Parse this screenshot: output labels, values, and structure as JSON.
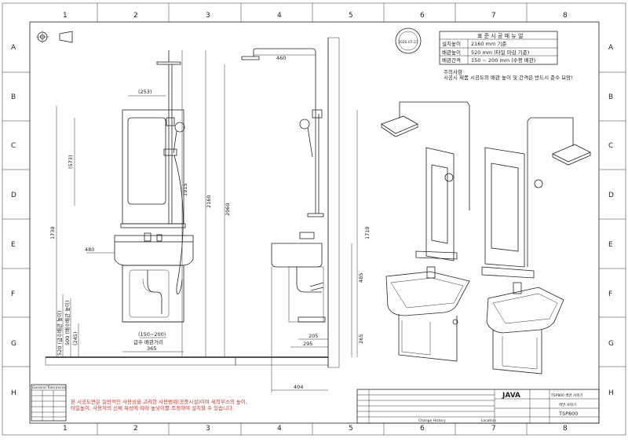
{
  "columns": [
    "1",
    "2",
    "3",
    "4",
    "5",
    "6",
    "7",
    "8"
  ],
  "rows": [
    "A",
    "B",
    "C",
    "D",
    "E",
    "F",
    "G",
    "H"
  ],
  "spec_table": {
    "title": "표 준 시 공 매 뉴 얼",
    "rows": [
      {
        "label": "설치높이",
        "value": "2160 mm 기준"
      },
      {
        "label": "배관높이",
        "value": "520 mm (타일 마감 기준)"
      },
      {
        "label": "배관간격",
        "value": "150 ~ 200 mm (수평 배관)"
      }
    ]
  },
  "notice": {
    "title": "주의사항",
    "text": "시공시 제품 시공도의 배관 높이 및 간격은 반드시 준수 요망!"
  },
  "dims": {
    "d253": "(253)",
    "d573": "(573)",
    "d1730": "1730",
    "d480": "480",
    "d520": "520 (급수배관 높이)",
    "d500": "500 (배수배관 높이)",
    "d245": "(245)",
    "d150200": "(150~200)",
    "supply_gap": "급수 배관거리",
    "d365": "365",
    "d1915": "1915",
    "d2160": "2160",
    "d2060": "2060",
    "d460": "460",
    "d1710": "1710",
    "d485": "485",
    "d265": "265",
    "d205": "205",
    "d295": "295",
    "d404": "404"
  },
  "footer_note": {
    "line1": "본 시공도면은 일반적인 사용성을 고려한 사용범위(공중시설)이며 세척부스의 높이,",
    "line2": "타일높이, 사용자의 신체 특성에 따라 높낮이를 조정하여 설치할 수 있습니다."
  },
  "tolerance": {
    "title": "General Tolerances"
  },
  "title_block": {
    "brand": "JAVA",
    "product_desc": "TSP800 벽면 샤워기",
    "product_name": "벽면 샤워기",
    "model": "TSP800",
    "change_history": "Change History",
    "location": "Location"
  },
  "stamp": {
    "text": "2020.07.27"
  }
}
